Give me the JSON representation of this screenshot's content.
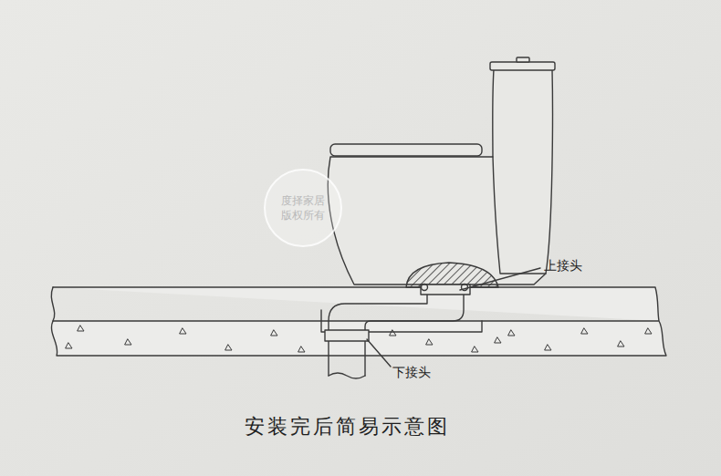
{
  "diagram": {
    "caption": "安装完后简易示意图",
    "labels": [
      "上接头",
      "下接头",
      "度择家居 版权所有"
    ]
  }
}
